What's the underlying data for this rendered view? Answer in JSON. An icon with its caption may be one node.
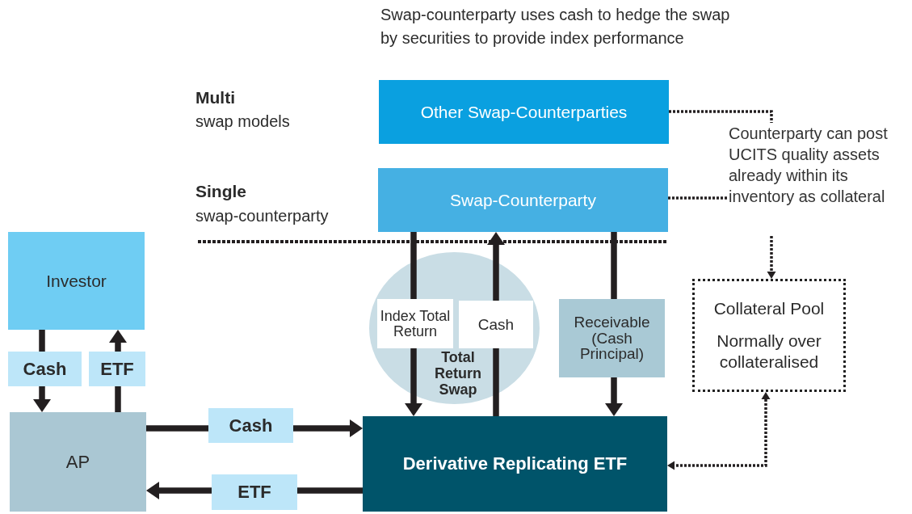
{
  "diagram": {
    "nodes": [
      {
        "text": [
          "Other Swap-Counterparties"
        ]
      },
      {
        "text": [
          "Swap-Counterparty"
        ]
      },
      {
        "text": [
          "Counterparty can post UCITS quality assets already within its inventory as collateral"
        ]
      },
      {
        "text": [
          "Collateral Pool",
          "Normally over collateralised"
        ]
      },
      {
        "text": [
          "Investor"
        ]
      },
      {
        "text": [
          "AP"
        ]
      },
      {
        "text": [
          "Derivative Replicating ETF"
        ]
      }
    ],
    "edges": [
      {
        "from": 0,
        "to": 2,
        "arrow": "none",
        "style": "dashed"
      },
      {
        "from": 1,
        "to": 2,
        "arrow": "none",
        "style": "dashed"
      },
      {
        "from": 2,
        "to": 3,
        "arrow": "to",
        "style": "dashed"
      },
      {
        "from": 3,
        "to": 6,
        "arrow": "both",
        "style": "dashed"
      },
      {
        "from": 4,
        "to": 5,
        "arrow": "to",
        "label": "Cash"
      },
      {
        "from": 5,
        "to": 4,
        "arrow": "to",
        "label": "ETF"
      },
      {
        "from": 5,
        "to": 6,
        "arrow": "to",
        "label": "Cash"
      },
      {
        "from": 6,
        "to": 5,
        "arrow": "to",
        "label": "ETF"
      },
      {
        "from": 1,
        "to": 6,
        "arrow": "to",
        "label": "Index Total Return"
      },
      {
        "from": 6,
        "to": 1,
        "arrow": "to",
        "label": "Cash"
      },
      {
        "from": 1,
        "to": 6,
        "arrow": "to",
        "label": "Receivable (Cash Principal)"
      }
    ],
    "labels": [
      "Swap-counterparty uses cash to hedge the swap by securities to provide index performance",
      "Multi",
      "swap models",
      "Single",
      "swap-counterparty",
      "Total Return Swap"
    ]
  }
}
